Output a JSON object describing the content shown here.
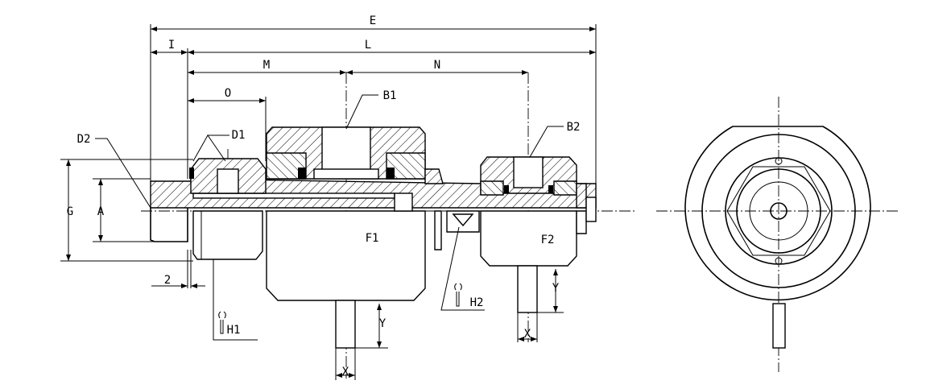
{
  "dimensions": {
    "E": "E",
    "I": "I",
    "L": "L",
    "M": "M",
    "N": "N",
    "O": "O",
    "G": "G",
    "A": "A",
    "F1": "F1",
    "F2": "F2",
    "two": "2",
    "Y_main": "Y",
    "Y_side": "Y",
    "X_main": "X",
    "X_side": "X"
  },
  "callouts": {
    "B1": "B1",
    "B2": "B2",
    "D1": "D1",
    "D2": "D2",
    "H1": "H1",
    "H2": "H2"
  },
  "colors": {
    "line": "#000000",
    "background": "#ffffff"
  }
}
